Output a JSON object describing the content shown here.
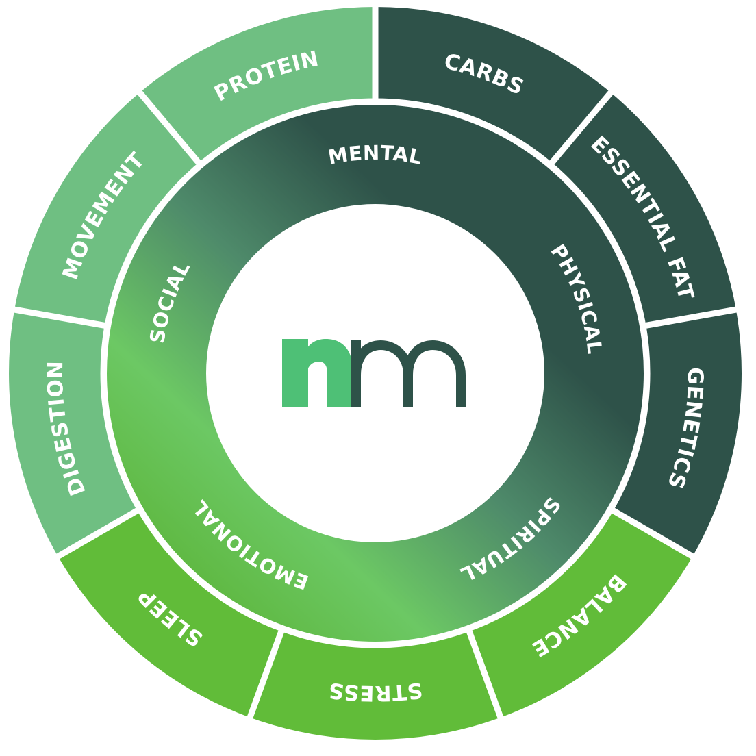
{
  "wheel": {
    "logo": {
      "name": "nm",
      "colors": {
        "n": "#4EC076",
        "m": "#2E5249"
      }
    },
    "inner_dimensions": [
      {
        "id": "mental",
        "label": "MENTAL"
      },
      {
        "id": "physical",
        "label": "PHYSICAL"
      },
      {
        "id": "spiritual",
        "label": "SPIRITUAL"
      },
      {
        "id": "emotional",
        "label": "EMOTIONAL"
      },
      {
        "id": "social",
        "label": "SOCIAL"
      }
    ],
    "outer_segments": [
      {
        "id": "protein",
        "label": "PROTEIN",
        "color": "#6FBF82"
      },
      {
        "id": "carbs",
        "label": "CARBS",
        "color": "#2E5249"
      },
      {
        "id": "essential-fat",
        "label": "ESSENTIAL FAT",
        "color": "#2E5249"
      },
      {
        "id": "genetics",
        "label": "GENETICS",
        "color": "#2E5249"
      },
      {
        "id": "balance",
        "label": "BALANCE",
        "color": "#61BC39"
      },
      {
        "id": "stress",
        "label": "STRESS",
        "color": "#61BC39"
      },
      {
        "id": "sleep",
        "label": "SLEEP",
        "color": "#61BC39"
      },
      {
        "id": "digestion",
        "label": "DIGESTION",
        "color": "#6FBF82"
      },
      {
        "id": "movement",
        "label": "MOVEMENT",
        "color": "#6FBF82"
      }
    ],
    "ring_gradient": {
      "dark": "#2E5249",
      "mid": "#4E8A6A",
      "light": "#6CC864",
      "bright": "#5CB53A"
    }
  }
}
